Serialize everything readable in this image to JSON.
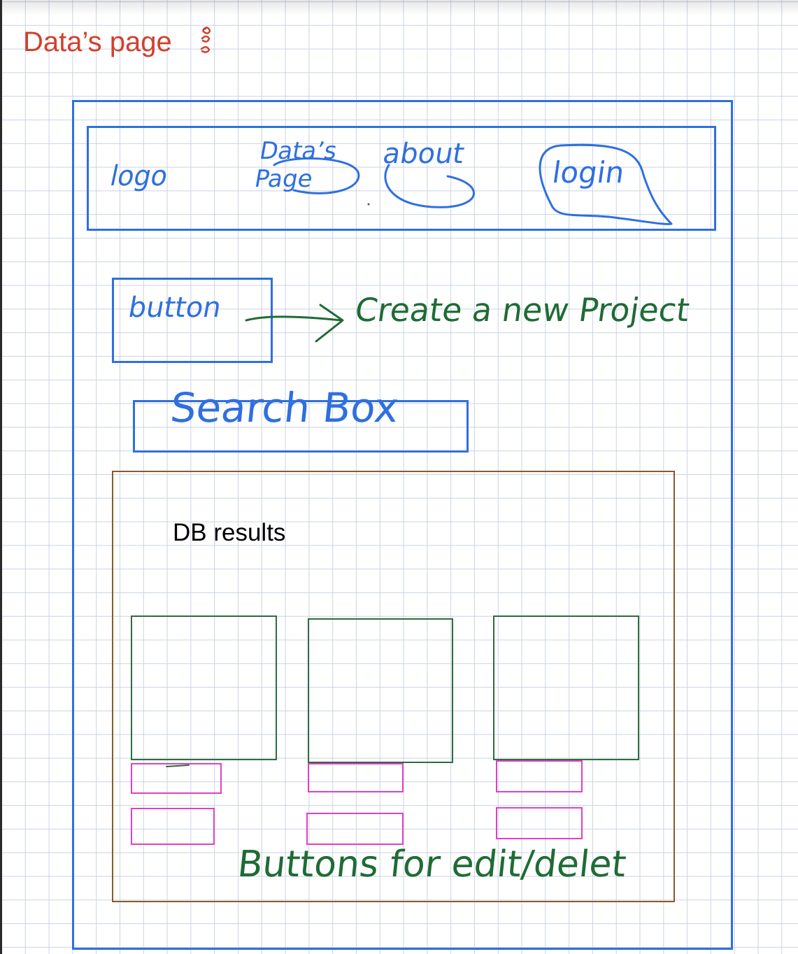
{
  "title": "Data’s page",
  "colors": {
    "title": "#d2402e",
    "wireframe": "#2f6fe0",
    "navbar": "#2f6fe0",
    "handwriting_blue": "#2f6fe0",
    "handwriting_green": "#1f6b35",
    "db_container": "#8b5a2b",
    "cards": "#2f6b3c",
    "action_buttons": "#e040c8",
    "db_label": "#000000"
  },
  "navbar": {
    "logo": "logo",
    "data_page": "Data’s Page",
    "about": "about",
    "login": "login"
  },
  "create_button": {
    "label": "button",
    "note": "Create a new Project"
  },
  "search": {
    "label": "Search Box"
  },
  "results": {
    "label": "DB results",
    "cards": [
      {
        "icon": "card-placeholder"
      },
      {
        "icon": "card-placeholder"
      },
      {
        "icon": "card-placeholder"
      }
    ],
    "buttons_note": "Buttons for edit/delet"
  },
  "icons": {
    "title_mark": "scribble-icon",
    "arrow": "arrow-right-icon"
  }
}
